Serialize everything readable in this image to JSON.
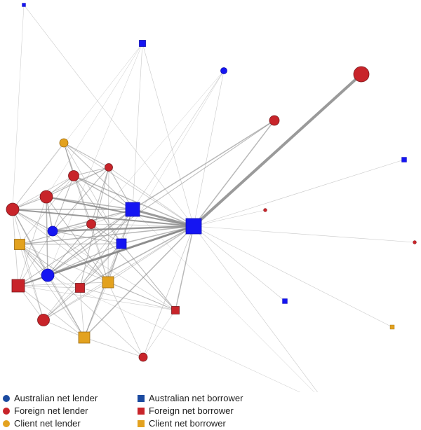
{
  "colors": {
    "australian": "#1515f2",
    "foreign": "#c8242a",
    "client": "#e3a21f",
    "australian_legend": "#1b4aa0",
    "edge": "#888888"
  },
  "legend": [
    {
      "label": "Australian net lender",
      "shape": "circle",
      "group": "australian"
    },
    {
      "label": "Australian net borrower",
      "shape": "square",
      "group": "australian"
    },
    {
      "label": "Foreign net lender",
      "shape": "circle",
      "group": "foreign"
    },
    {
      "label": "Foreign net borrower",
      "shape": "square",
      "group": "foreign"
    },
    {
      "label": "Client net lender",
      "shape": "circle",
      "group": "client"
    },
    {
      "label": "Client net borrower",
      "shape": "square",
      "group": "client"
    }
  ],
  "nodes": [
    {
      "id": "hub",
      "shape": "square",
      "group": "australian",
      "size": 22
    },
    {
      "id": "B1",
      "shape": "square",
      "group": "australian",
      "size": 20
    },
    {
      "id": "B2",
      "shape": "square",
      "group": "australian",
      "size": 14
    },
    {
      "id": "Btop",
      "shape": "square",
      "group": "australian",
      "size": 5
    },
    {
      "id": "B3",
      "shape": "square",
      "group": "australian",
      "size": 9
    },
    {
      "id": "B4",
      "shape": "square",
      "group": "australian",
      "size": 7
    },
    {
      "id": "B5",
      "shape": "square",
      "group": "australian",
      "size": 7
    },
    {
      "id": "AL1",
      "shape": "circle",
      "group": "australian",
      "size": 18
    },
    {
      "id": "AL2",
      "shape": "circle",
      "group": "australian",
      "size": 14
    },
    {
      "id": "AL3",
      "shape": "circle",
      "group": "australian",
      "size": 9
    },
    {
      "id": "FL1",
      "shape": "circle",
      "group": "foreign",
      "size": 22
    },
    {
      "id": "FL2",
      "shape": "circle",
      "group": "foreign",
      "size": 14
    },
    {
      "id": "FL3",
      "shape": "circle",
      "group": "foreign",
      "size": 18
    },
    {
      "id": "FL4",
      "shape": "circle",
      "group": "foreign",
      "size": 18
    },
    {
      "id": "FL5",
      "shape": "circle",
      "group": "foreign",
      "size": 15
    },
    {
      "id": "FL6",
      "shape": "circle",
      "group": "foreign",
      "size": 11
    },
    {
      "id": "FL7",
      "shape": "circle",
      "group": "foreign",
      "size": 13
    },
    {
      "id": "FL8",
      "shape": "circle",
      "group": "foreign",
      "size": 17
    },
    {
      "id": "FL9",
      "shape": "circle",
      "group": "foreign",
      "size": 12
    },
    {
      "id": "FL10",
      "shape": "circle",
      "group": "foreign",
      "size": 9
    },
    {
      "id": "FL11",
      "shape": "circle",
      "group": "foreign",
      "size": 5
    },
    {
      "id": "FL12",
      "shape": "circle",
      "group": "foreign",
      "size": 5
    },
    {
      "id": "FB1",
      "shape": "square",
      "group": "foreign",
      "size": 18
    },
    {
      "id": "FB2",
      "shape": "square",
      "group": "foreign",
      "size": 13
    },
    {
      "id": "FB3",
      "shape": "square",
      "group": "foreign",
      "size": 11
    },
    {
      "id": "CL1",
      "shape": "circle",
      "group": "client",
      "size": 12
    },
    {
      "id": "CB1",
      "shape": "square",
      "group": "client",
      "size": 15
    },
    {
      "id": "CB2",
      "shape": "square",
      "group": "client",
      "size": 16
    },
    {
      "id": "CB3",
      "shape": "square",
      "group": "client",
      "size": 16
    },
    {
      "id": "CB4",
      "shape": "square",
      "group": "client",
      "size": 6
    }
  ],
  "edges": [
    [
      "hub",
      "FL1",
      4
    ],
    [
      "hub",
      "B1",
      3
    ],
    [
      "hub",
      "AL1",
      3
    ],
    [
      "hub",
      "AL2",
      2.5
    ],
    [
      "hub",
      "FL3",
      2
    ],
    [
      "hub",
      "FL4",
      2
    ],
    [
      "hub",
      "FB1",
      2
    ],
    [
      "hub",
      "FL2",
      1.5
    ],
    [
      "hub",
      "FB3",
      1.5
    ],
    [
      "hub",
      "CB3",
      1.5
    ],
    [
      "hub",
      "B2",
      1.5
    ],
    [
      "hub",
      "CB1",
      1.5
    ],
    [
      "hub",
      "FB2",
      1.5
    ],
    [
      "hub",
      "FL5",
      1.5
    ],
    [
      "hub",
      "AL3",
      0.6
    ],
    [
      "hub",
      "Btop",
      0.6
    ],
    [
      "hub",
      "B3",
      0.6
    ],
    [
      "hub",
      "B4",
      0.6
    ],
    [
      "hub",
      "B5",
      0.6
    ],
    [
      "hub",
      "FL11",
      0.6
    ],
    [
      "hub",
      "FL12",
      0.6
    ],
    [
      "hub",
      "FL10",
      0.6
    ],
    [
      "hub",
      "FL9",
      0.8
    ],
    [
      "hub",
      "CB4",
      0.6
    ],
    [
      "hub",
      "FL6",
      0.8
    ],
    [
      "hub",
      "FL7",
      0.8
    ],
    [
      "hub",
      "CB2",
      0.8
    ],
    [
      "hub",
      "FL8",
      0.8
    ],
    [
      "hub",
      "CL1",
      0.8
    ],
    [
      "B1",
      "FL5",
      1.5
    ],
    [
      "B1",
      "FL4",
      1.5
    ],
    [
      "B1",
      "FL2",
      1.5
    ],
    [
      "B1",
      "AL1",
      1.5
    ],
    [
      "B1",
      "AL2",
      1.5
    ],
    [
      "B1",
      "FL3",
      1.5
    ],
    [
      "B1",
      "FL6",
      1
    ],
    [
      "B1",
      "CL1",
      1
    ],
    [
      "B1",
      "CB2",
      1
    ],
    [
      "B1",
      "FB2",
      1
    ],
    [
      "B1",
      "FB1",
      1
    ],
    [
      "B1",
      "FL8",
      0.8
    ],
    [
      "B1",
      "FL7",
      0.8
    ],
    [
      "B1",
      "CB3",
      0.8
    ],
    [
      "B1",
      "B2",
      0.8
    ],
    [
      "B1",
      "AL3",
      0.6
    ],
    [
      "B1",
      "B3",
      0.6
    ],
    [
      "AL1",
      "FL4",
      1.5
    ],
    [
      "AL1",
      "FL3",
      1.2
    ],
    [
      "AL1",
      "FB1",
      1.2
    ],
    [
      "AL1",
      "CB1",
      1.2
    ],
    [
      "AL1",
      "B2",
      1.2
    ],
    [
      "AL1",
      "FL7",
      1
    ],
    [
      "AL1",
      "CB3",
      1
    ],
    [
      "AL1",
      "FL2",
      1
    ],
    [
      "AL2",
      "FL4",
      1.5
    ],
    [
      "AL2",
      "FL3",
      1.2
    ],
    [
      "AL2",
      "FL5",
      1
    ],
    [
      "AL2",
      "CB2",
      1
    ],
    [
      "AL2",
      "FL6",
      1
    ],
    [
      "AL2",
      "B2",
      1
    ],
    [
      "AL2",
      "FL7",
      0.8
    ],
    [
      "AL2",
      "FB1",
      0.8
    ],
    [
      "FL4",
      "FL3",
      1
    ],
    [
      "FL4",
      "FL6",
      1
    ],
    [
      "FL4",
      "FL5",
      1
    ],
    [
      "FL4",
      "CB2",
      1
    ],
    [
      "FL4",
      "FB1",
      0.8
    ],
    [
      "FL5",
      "FL6",
      1
    ],
    [
      "FL5",
      "CL1",
      1
    ],
    [
      "FL5",
      "FL3",
      0.8
    ],
    [
      "FL5",
      "FL7",
      0.8
    ],
    [
      "FL5",
      "B2",
      1
    ],
    [
      "FL5",
      "CB1",
      0.8
    ],
    [
      "FL6",
      "CL1",
      1
    ],
    [
      "FL6",
      "FL7",
      1
    ],
    [
      "FL6",
      "FL3",
      0.8
    ],
    [
      "FL6",
      "FB2",
      1
    ],
    [
      "FL6",
      "CB2",
      0.8
    ],
    [
      "CL1",
      "FL3",
      0.8
    ],
    [
      "CL1",
      "FL7",
      0.8
    ],
    [
      "CL1",
      "CB2",
      0.8
    ],
    [
      "CL1",
      "B2",
      0.8
    ],
    [
      "FL7",
      "CB1",
      1
    ],
    [
      "FL7",
      "B2",
      1
    ],
    [
      "FL7",
      "FB3",
      1
    ],
    [
      "FL7",
      "CB2",
      0.8
    ],
    [
      "B2",
      "CB1",
      1
    ],
    [
      "B2",
      "FB2",
      1
    ],
    [
      "B2",
      "FB3",
      1
    ],
    [
      "B2",
      "CB3",
      1.2
    ],
    [
      "B2",
      "FL8",
      0.8
    ],
    [
      "CB1",
      "FB2",
      1
    ],
    [
      "CB1",
      "FL8",
      0.8
    ],
    [
      "CB1",
      "FL9",
      0.8
    ],
    [
      "CB1",
      "FB3",
      0.8
    ],
    [
      "CB1",
      "CB3",
      0.8
    ],
    [
      "FB2",
      "FL8",
      1
    ],
    [
      "FB2",
      "FB3",
      0.8
    ],
    [
      "FB2",
      "CB3",
      0.8
    ],
    [
      "FB2",
      "FB1",
      0.8
    ],
    [
      "FB1",
      "FL8",
      0.8
    ],
    [
      "FB1",
      "CB3",
      0.8
    ],
    [
      "FB1",
      "CB2",
      0.8
    ],
    [
      "FB1",
      "FL3",
      0.8
    ],
    [
      "FB1",
      "FB3",
      0.6
    ],
    [
      "FL8",
      "CB3",
      0.8
    ],
    [
      "FL8",
      "FL3",
      0.8
    ],
    [
      "FL8",
      "CB2",
      0.8
    ],
    [
      "CB3",
      "FL9",
      0.8
    ],
    [
      "CB3",
      "FL3",
      0.8
    ],
    [
      "CB3",
      "CB2",
      0.6
    ],
    [
      "CB2",
      "FL9",
      0.8
    ],
    [
      "CB2",
      "FB3",
      0.8
    ],
    [
      "CB2",
      "FL3",
      0.8
    ],
    [
      "FL3",
      "FB3",
      0.6
    ],
    [
      "FL9",
      "FB3",
      0.6
    ],
    [
      "Btop",
      "FL3",
      0.5
    ],
    [
      "B3",
      "FL4",
      0.5
    ],
    [
      "B3",
      "AL1",
      0.5
    ],
    [
      "B3",
      "FL3",
      0.5
    ],
    [
      "AL3",
      "AL1",
      0.5
    ],
    [
      "AL3",
      "B2",
      0.5
    ],
    [
      "FL10",
      "AL1",
      0.5
    ],
    [
      "FL10",
      "B1",
      0.5
    ]
  ]
}
